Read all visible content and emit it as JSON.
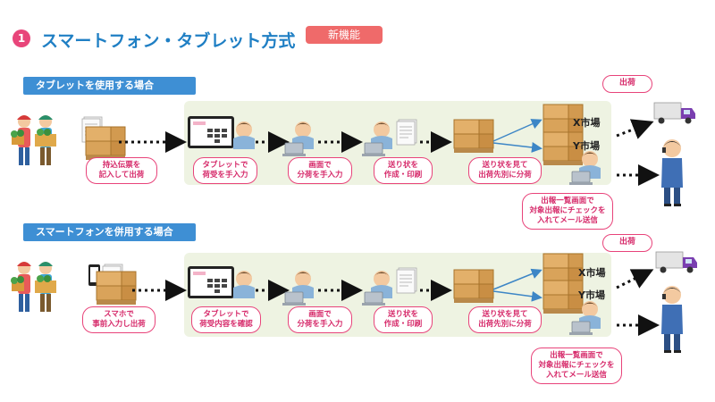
{
  "header": {
    "step_number": "1",
    "title": "スマートフォン・タブレット方式",
    "badge": "新機能"
  },
  "section1": {
    "title": "タブレットを使用する場合",
    "captions": {
      "farmer_1": "持込伝票を",
      "farmer_2": "記入して出荷",
      "tablet_1": "タブレットで",
      "tablet_2": "荷受を手入力",
      "screen_1": "画面で",
      "screen_2": "分荷を手入力",
      "slip_1": "送り状を",
      "slip_2": "作成・印刷",
      "sort_1": "送り状を見て",
      "sort_2": "出荷先別に分荷",
      "notify_1": "出報一覧画面で",
      "notify_2": "対象出報にチェックを",
      "notify_3": "入れてメール送信"
    },
    "market_x": "X市場",
    "market_y": "Y市場",
    "shipping": "出荷"
  },
  "section2": {
    "title": "スマートフォンを併用する場合",
    "captions": {
      "farmer_1": "スマホで",
      "farmer_2": "事前入力し出荷",
      "tablet_1": "タブレットで",
      "tablet_2": "荷受内容を確認",
      "screen_1": "画面で",
      "screen_2": "分荷を手入力",
      "slip_1": "送り状を",
      "slip_2": "作成・印刷",
      "sort_1": "送り状を見て",
      "sort_2": "出荷先別に分荷",
      "notify_1": "出報一覧画面で",
      "notify_2": "対象出報にチェックを",
      "notify_3": "入れてメール送信"
    },
    "market_x": "X市場",
    "market_y": "Y市場",
    "shipping": "出荷"
  },
  "colors": {
    "accent_blue": "#3e8fd4",
    "accent_pink": "#e8437a",
    "badge_red": "#ef6a6a",
    "panel_green": "#eef3e2",
    "truck_purple": "#7a3fb0"
  }
}
